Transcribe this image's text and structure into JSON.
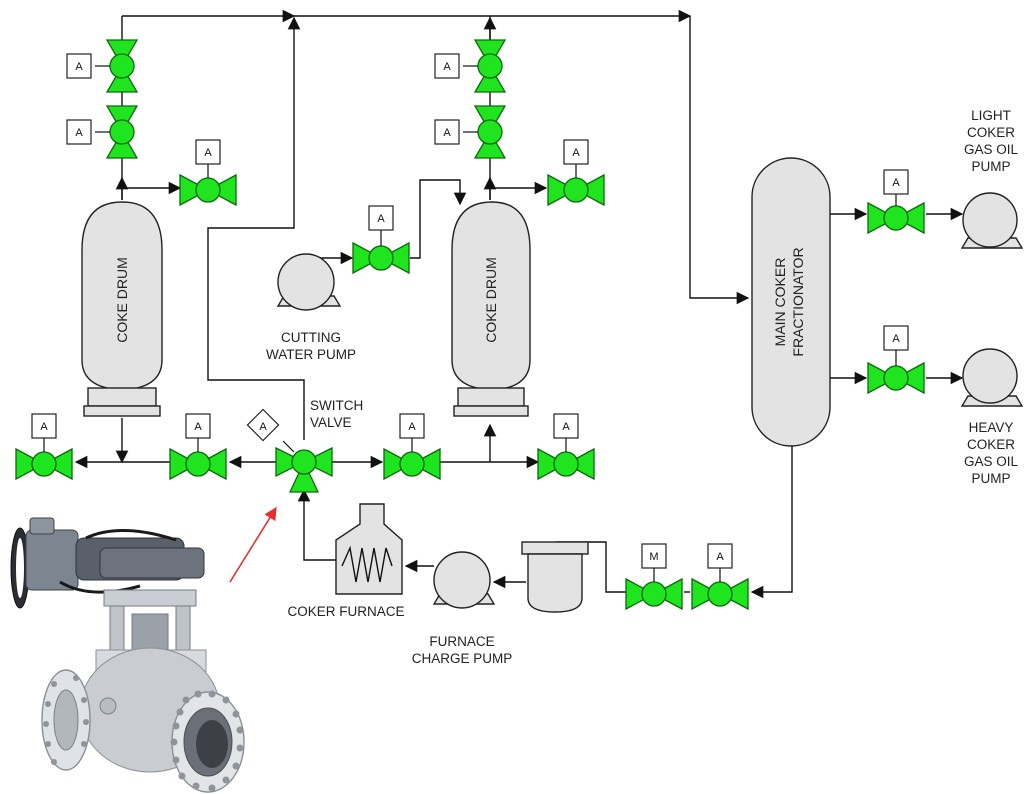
{
  "labels": {
    "coke_drum_left": "COKE DRUM",
    "coke_drum_right": "COKE DRUM",
    "cutting_water_pump_1": "CUTTING",
    "cutting_water_pump_2": "WATER PUMP",
    "switch_valve_1": "SWITCH",
    "switch_valve_2": "VALVE",
    "coker_furnace": "COKER FURNACE",
    "furnace_charge_pump_1": "FURNACE",
    "furnace_charge_pump_2": "CHARGE PUMP",
    "main_coker_fractionator_1": "MAIN COKER",
    "main_coker_fractionator_2": "FRACTIONATOR",
    "light_coker_pump_1": "LIGHT",
    "light_coker_pump_2": "COKER",
    "light_coker_pump_3": "GAS OIL",
    "light_coker_pump_4": "PUMP",
    "heavy_coker_pump_1": "HEAVY",
    "heavy_coker_pump_2": "COKER",
    "heavy_coker_pump_3": "GAS OIL",
    "heavy_coker_pump_4": "PUMP"
  },
  "actuator_tags": {
    "automatic": "A",
    "manual": "M"
  },
  "colors": {
    "valve_fill": "#1ee51e",
    "vessel_fill": "#e3e3e3",
    "pipe": "#111111",
    "pointer_arrow": "#e53030"
  }
}
